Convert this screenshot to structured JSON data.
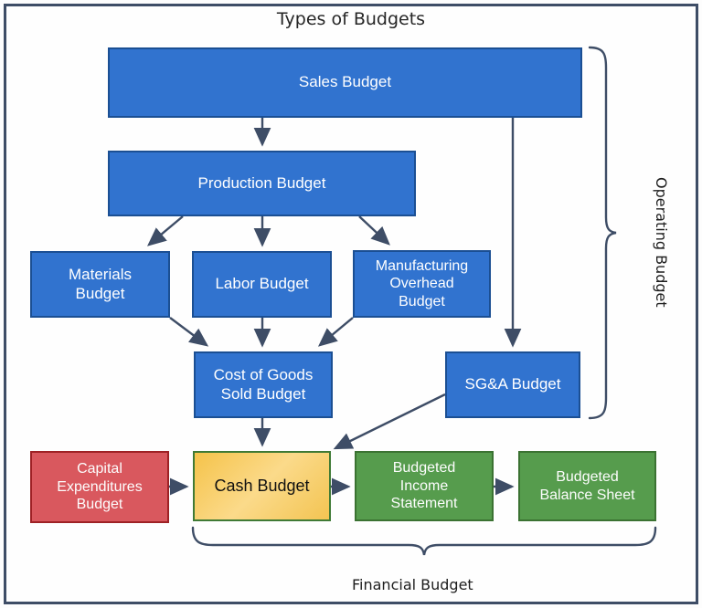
{
  "diagram": {
    "title": "Types of Budgets",
    "colors": {
      "blue_fill": "#3173cf",
      "blue_border": "#1b4f93",
      "red_fill": "#d9585e",
      "red_border": "#9e2125",
      "green_fill": "#569c4d",
      "green_border": "#3b7232",
      "gold_fill": "#f5c34a",
      "frame_border": "#3e4d66",
      "connector": "#3e4d66"
    },
    "nodes": [
      {
        "id": "sales",
        "label": "Sales Budget"
      },
      {
        "id": "production",
        "label": "Production Budget"
      },
      {
        "id": "materials",
        "label": "Materials\nBudget"
      },
      {
        "id": "labor",
        "label": "Labor Budget"
      },
      {
        "id": "overhead",
        "label": "Manufacturing\nOverhead\nBudget"
      },
      {
        "id": "cogs",
        "label": "Cost of Goods\nSold Budget"
      },
      {
        "id": "sga",
        "label": "SG&A Budget"
      },
      {
        "id": "capex",
        "label": "Capital\nExpenditures\nBudget"
      },
      {
        "id": "cash",
        "label": "Cash Budget"
      },
      {
        "id": "income",
        "label": "Budgeted\nIncome\nStatement"
      },
      {
        "id": "balance",
        "label": "Budgeted\nBalance Sheet"
      }
    ],
    "groups": {
      "operating": "Operating Budget",
      "financial": "Financial Budget"
    },
    "edges": [
      {
        "from": "sales",
        "to": "production"
      },
      {
        "from": "sales",
        "to": "sga"
      },
      {
        "from": "production",
        "to": "materials"
      },
      {
        "from": "production",
        "to": "labor"
      },
      {
        "from": "production",
        "to": "overhead"
      },
      {
        "from": "materials",
        "to": "cogs"
      },
      {
        "from": "labor",
        "to": "cogs"
      },
      {
        "from": "overhead",
        "to": "cogs"
      },
      {
        "from": "cogs",
        "to": "cash"
      },
      {
        "from": "sga",
        "to": "cash"
      },
      {
        "from": "capex",
        "to": "cash"
      },
      {
        "from": "cash",
        "to": "income"
      },
      {
        "from": "income",
        "to": "balance"
      }
    ]
  }
}
